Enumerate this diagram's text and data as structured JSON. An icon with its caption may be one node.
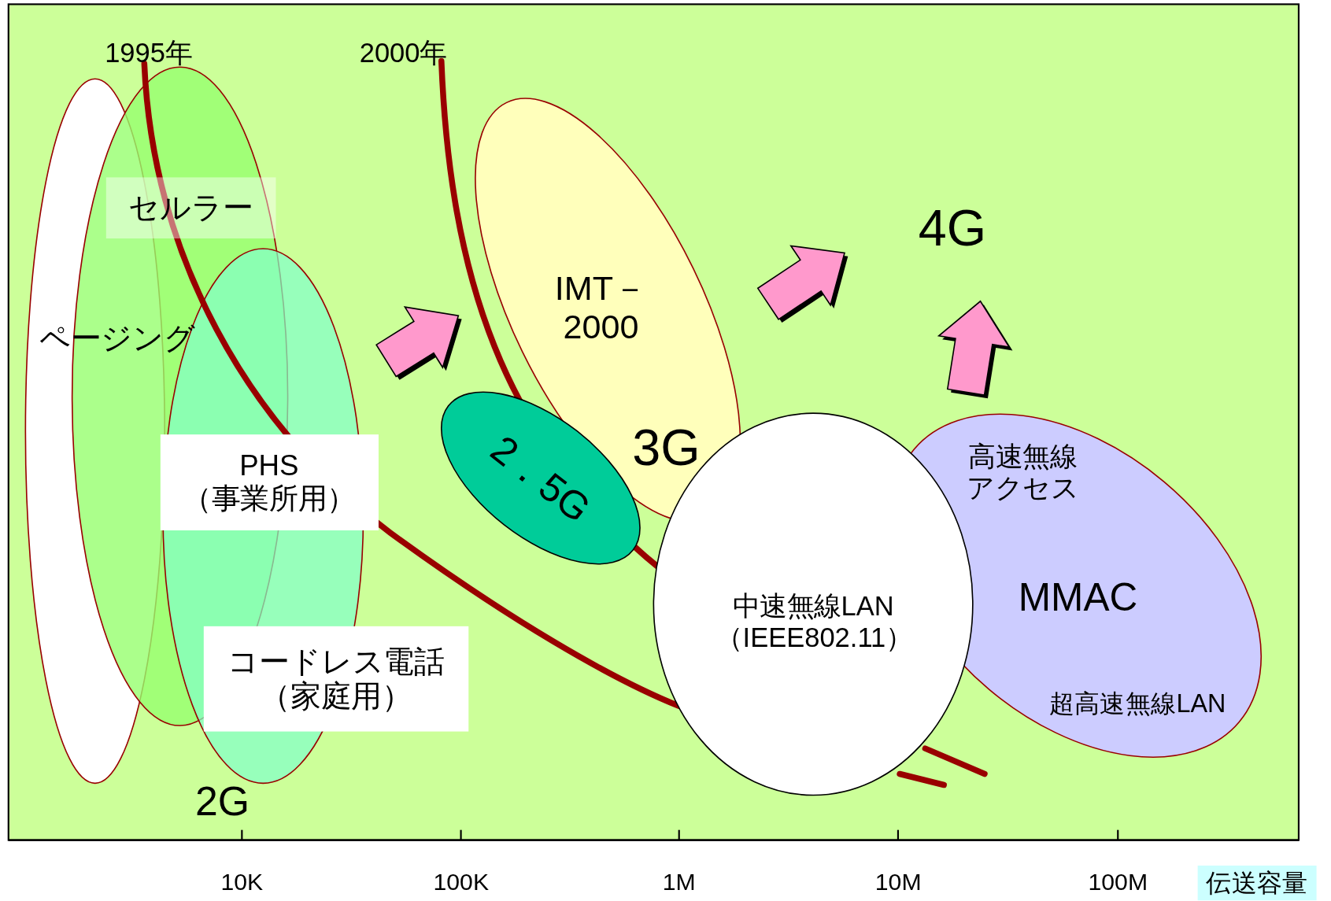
{
  "diagram": {
    "nodes": [
      {
        "text": [
          "ページング"
        ]
      },
      {
        "text": [
          "セルラー"
        ]
      },
      {
        "text": [
          "PHS（事業所用）",
          "コードレス電話（家庭用）"
        ]
      },
      {
        "text": [
          "IMT－2000",
          "3G"
        ]
      },
      {
        "text": [
          "2．5G"
        ]
      },
      {
        "text": [
          "中速無線LAN（IEEE802.11）"
        ]
      },
      {
        "text": [
          "高速無線アクセス",
          "MMAC",
          "超高速無線LAN"
        ]
      },
      {
        "text": [
          "4G"
        ]
      }
    ],
    "edges": [
      {
        "from": 2,
        "to": 3,
        "arrow": "to"
      },
      {
        "from": 3,
        "to": 7,
        "arrow": "to"
      },
      {
        "from": 6,
        "to": 7,
        "arrow": "to"
      }
    ],
    "labels": [
      "1995年",
      "2000年",
      "2G",
      "10K",
      "100K",
      "1M",
      "10M",
      "100M",
      "伝送容量"
    ]
  }
}
